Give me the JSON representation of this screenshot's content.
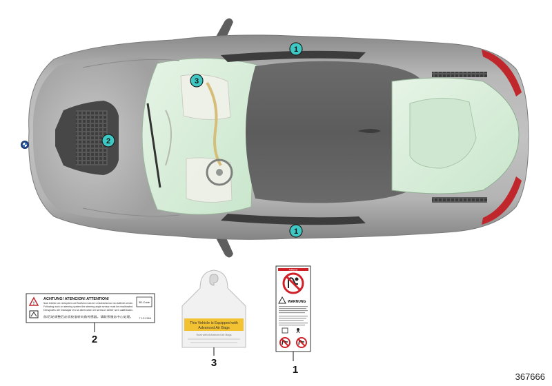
{
  "diagram_id": "367666",
  "markers": [
    "1",
    "2",
    "3",
    "1"
  ],
  "labels": [
    "2",
    "3",
    "1"
  ],
  "label2": {
    "heading": "ACHTUNG! ATENCION! ATTENTION!",
    "line1": "Nach Arbeiten am Lenksystem und Rad/Achs muss der Lenkwinkelsensor neu kalibriert werden.",
    "line2": "Following work on steering system the steering angle sensor must be recalibrated.",
    "line3": "Después de trabajar en la dirección el sensor debe ser calibrado.",
    "line4": "前/后轮调整后必须校准转向角传感器，请联系服务中心处理。",
    "code_box": "3D-Code",
    "part_no": "7 121 566"
  },
  "label3": {
    "line1": "This Vehicle is Equipped with",
    "line2": "Advanced Air Bags",
    "sub": "Seat with Advanced Air Bags"
  },
  "label1": {
    "header": "AIRBAG",
    "warning": "WARNUNG"
  },
  "colors": {
    "car_body": "#a6a6a6",
    "roof": "#626262",
    "glass": "#d7eed9",
    "taillight": "#c0272d",
    "marker_fill": "#3ec8c4",
    "yellow_band": "#f2c232",
    "prohibit_red": "#cf2028"
  }
}
